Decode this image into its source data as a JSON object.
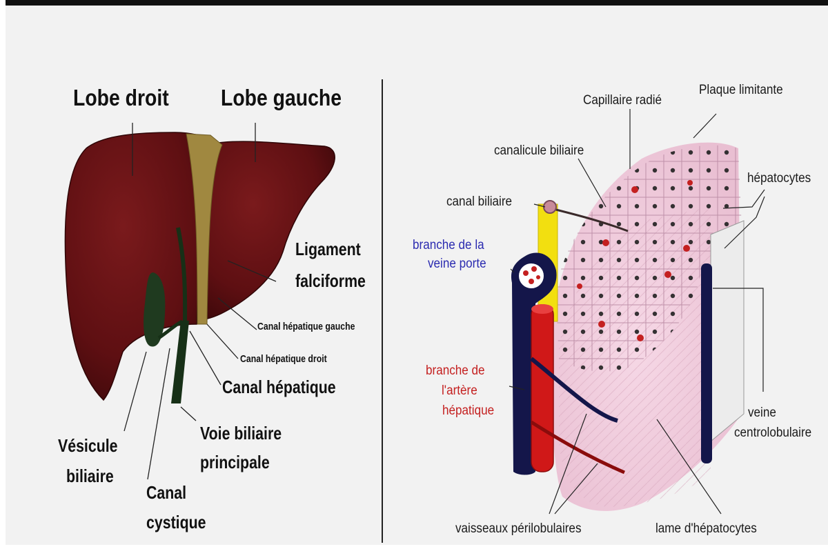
{
  "left_panel": {
    "labels": {
      "lobe_droit": "Lobe droit",
      "lobe_gauche": "Lobe gauche",
      "ligament_1": "Ligament",
      "ligament_2": "falciforme",
      "canal_hepatique_gauche": "Canal hépatique gauche",
      "canal_hepatique_droit": "Canal hépatique droit",
      "canal_hepatique": "Canal hépatique",
      "voie_biliaire_1": "Voie biliaire",
      "voie_biliaire_2": "principale",
      "vesicule_1": "Vésicule",
      "vesicule_2": "biliaire",
      "canal_cystique_1": "Canal",
      "canal_cystique_2": "cystique"
    }
  },
  "right_panel": {
    "labels": {
      "capillaire_radie": "Capillaire radié",
      "plaque_limitante": "Plaque limitante",
      "canalicule_biliaire": "canalicule biliaire",
      "hepatocytes": "hépatocytes",
      "canal_biliaire": "canal biliaire",
      "branche_veine_1": "branche de la",
      "branche_veine_2": "veine porte",
      "branche_artere_1": "branche de",
      "branche_artere_2": "l'artère",
      "branche_artere_3": "hépatique",
      "veine_1": "veine",
      "veine_2": "centrolobulaire",
      "vaisseaux": "vaisseaux périlobulaires",
      "lame": "lame d'hépatocytes"
    }
  },
  "colors": {
    "liver": "#5e0f12",
    "ligament": "#a08840",
    "duct": "#1f3a1f",
    "vein_label": "#2b2bb0",
    "artery_label": "#c42020",
    "vein": "#14164a",
    "artery": "#d01818",
    "bile": "#f2df10",
    "tissue": "#f4cfe0"
  }
}
